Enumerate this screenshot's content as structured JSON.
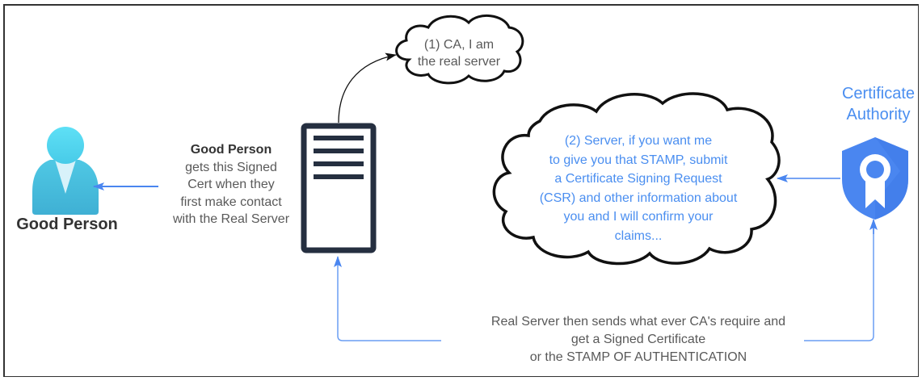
{
  "diagram": {
    "good_person": {
      "icon": "person-icon",
      "label": "Good Person"
    },
    "contact_note": {
      "title": "Good Person",
      "lines": [
        "gets this Signed",
        "Cert when they",
        "first make contact",
        "with the Real Server"
      ]
    },
    "server": {
      "icon": "server-icon"
    },
    "cloud_1": {
      "lines": [
        "(1) CA, I am",
        "the real server"
      ]
    },
    "cloud_2": {
      "lines": [
        "(2) Server, if you want me",
        "to give you that STAMP, submit",
        "a Certificate Signing Request",
        "(CSR) and other information about",
        "you and I will confirm your",
        "claims..."
      ]
    },
    "certificate_authority": {
      "icon": "shield-certificate-icon",
      "lines": [
        "Certificate",
        "Authority"
      ]
    },
    "bottom_note": {
      "lines": [
        "Real Server then sends what ever CA's require and",
        "get a Signed Certificate",
        "or the STAMP OF AUTHENTICATION"
      ]
    },
    "colors": {
      "accent_blue": "#4a8ef0",
      "person_cyan": "#50d4f0",
      "server_dark": "#252f40",
      "text_gray": "#595959"
    }
  }
}
